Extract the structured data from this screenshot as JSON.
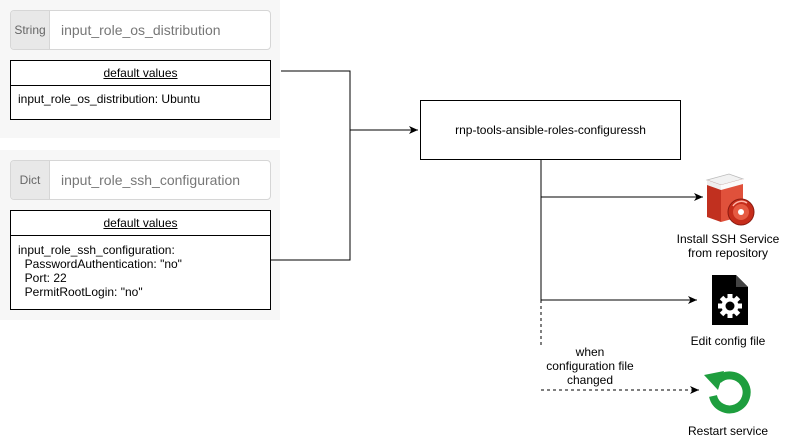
{
  "inputs": [
    {
      "type": "String",
      "name": "input_role_os_distribution",
      "defaults_title": "default values",
      "defaults_text": "input_role_os_distribution: Ubuntu"
    },
    {
      "type": "Dict",
      "name": "input_role_ssh_configuration",
      "defaults_title": "default values",
      "defaults_text": "input_role_ssh_configuration:\n  PasswordAuthentication: \"no\"\n  Port: 22\n  PermitRootLogin: \"no\""
    }
  ],
  "role": {
    "name": "rnp-tools-ansible-roles-configuressh"
  },
  "tasks": [
    {
      "label": "Install SSH Service\nfrom repository",
      "icon": "package-install-icon"
    },
    {
      "label": "Edit config file",
      "icon": "config-file-gear-icon"
    },
    {
      "label": "Restart service",
      "icon": "restart-arrow-icon"
    }
  ],
  "condition": {
    "label": "when\nconfiguration file\nchanged"
  },
  "colors": {
    "restart_green": "#1e9e3e",
    "package_red": "#d9412b"
  }
}
